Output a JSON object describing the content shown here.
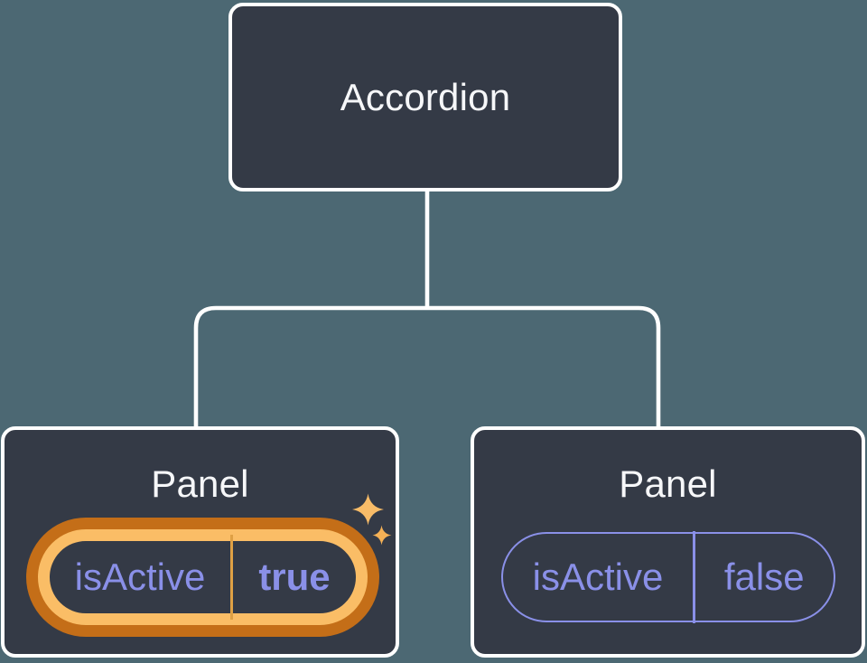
{
  "palette": {
    "bg": "#4C6873",
    "box-fill": "#343A46",
    "box-border": "#FFFFFF",
    "title-color": "#F6F7F9",
    "purple": "#8A90E8",
    "gold-ring": "#FABD66",
    "orange-ring": "#C46E18",
    "gold-divider": "#DFA044",
    "connector": "#FFFFFF",
    "sparkle-big": "#F8BC68",
    "sparkle-small": "#F5B156"
  },
  "tree": {
    "root": {
      "label": "Accordion"
    },
    "children": [
      {
        "label": "Panel",
        "prop_name": "isActive",
        "prop_value": "true",
        "highlighted": true
      },
      {
        "label": "Panel",
        "prop_name": "isActive",
        "prop_value": "false",
        "highlighted": false
      }
    ]
  }
}
